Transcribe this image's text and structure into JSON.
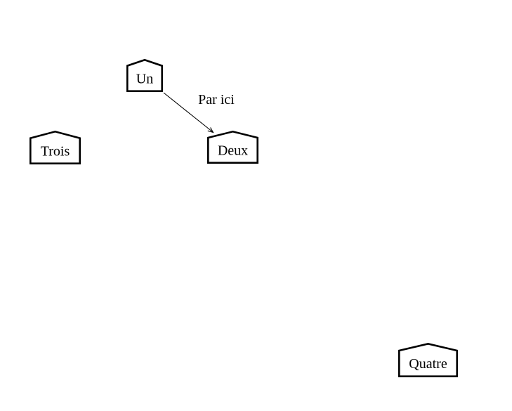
{
  "diagram": {
    "type": "graph",
    "background_color": "#ffffff",
    "node_shape": "house",
    "node_border_color": "#000000",
    "node_fill_color": "#ffffff",
    "edge_color": "#000000",
    "text_color": "#000000",
    "nodes": [
      {
        "id": "un",
        "label": "Un"
      },
      {
        "id": "trois",
        "label": "Trois"
      },
      {
        "id": "deux",
        "label": "Deux"
      },
      {
        "id": "quatre",
        "label": "Quatre"
      }
    ],
    "edges": [
      {
        "from": "un",
        "to": "deux",
        "label": "Par ici",
        "arrow_style": "stick"
      }
    ]
  }
}
